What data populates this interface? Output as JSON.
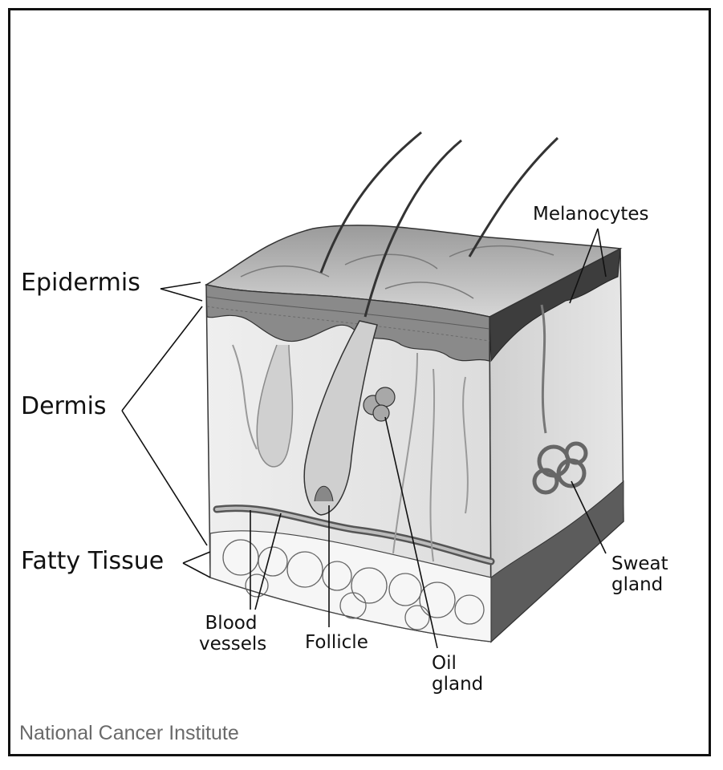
{
  "labels": {
    "epidermis": "Epidermis",
    "dermis": "Dermis",
    "fatty_tissue": "Fatty Tissue",
    "melanocytes": "Melanocytes",
    "blood_vessels_line1": "Blood",
    "blood_vessels_line2": "vessels",
    "follicle": "Follicle",
    "oil_gland_line1": "Oil",
    "oil_gland_line2": "gland",
    "sweat_gland_line1": "Sweat",
    "sweat_gland_line2": "gland"
  },
  "credit": "National Cancer Institute",
  "colors": {
    "line": "#111111",
    "epidermis_dark": "#4a4a4a",
    "dermis_fill": "#e9e9e9",
    "fat_fill": "#f4f4f4",
    "credit_text": "#6a6a6a"
  }
}
